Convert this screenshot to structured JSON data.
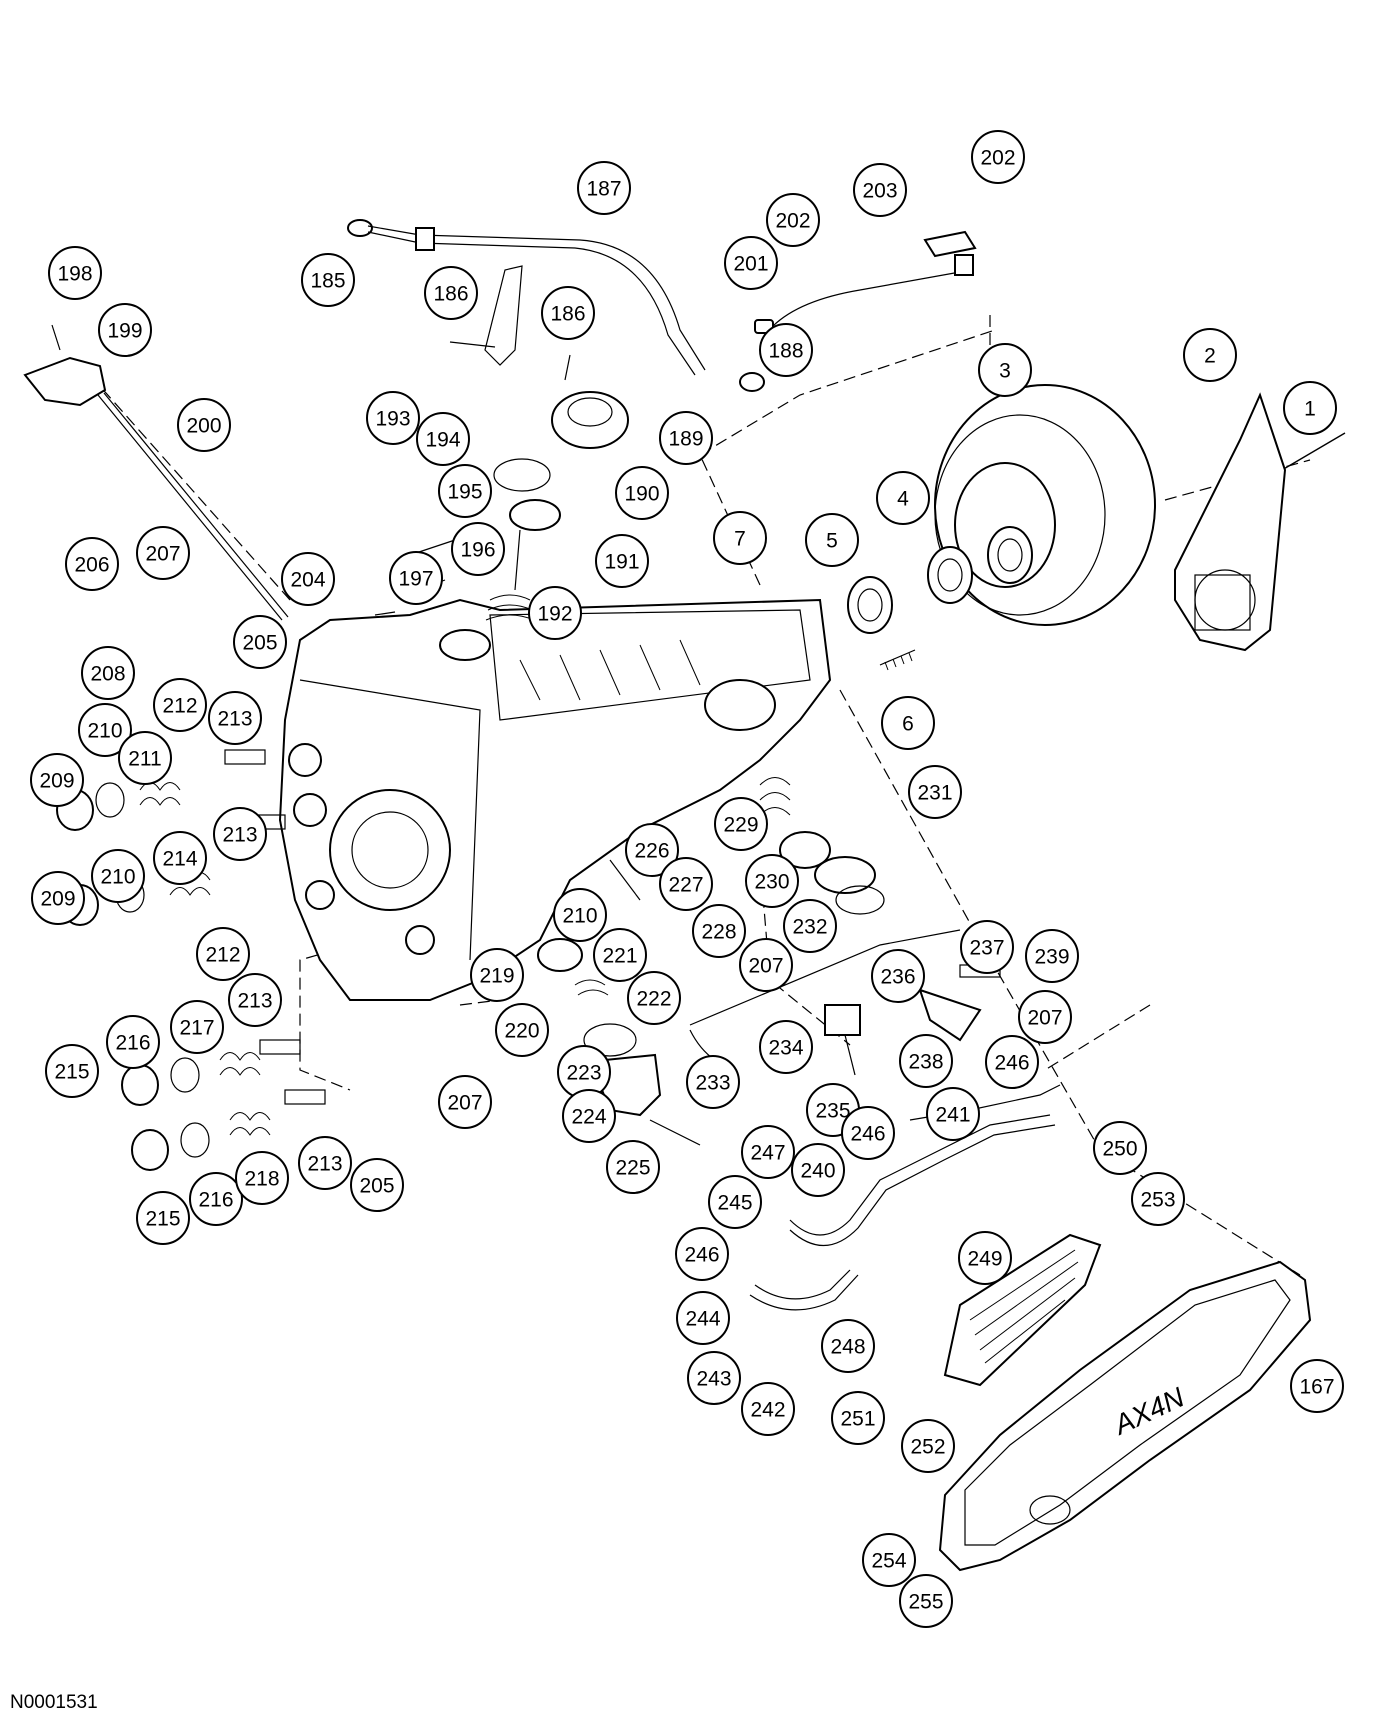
{
  "figure": {
    "reference_code": "N0001531",
    "pan_marking": "AX4N"
  },
  "callouts": [
    {
      "id": "c1",
      "label": "1"
    },
    {
      "id": "c2",
      "label": "2"
    },
    {
      "id": "c3",
      "label": "3"
    },
    {
      "id": "c4",
      "label": "4"
    },
    {
      "id": "c5",
      "label": "5"
    },
    {
      "id": "c6",
      "label": "6"
    },
    {
      "id": "c7",
      "label": "7"
    },
    {
      "id": "c167",
      "label": "167"
    },
    {
      "id": "c185",
      "label": "185"
    },
    {
      "id": "c186a",
      "label": "186"
    },
    {
      "id": "c186b",
      "label": "186"
    },
    {
      "id": "c187",
      "label": "187"
    },
    {
      "id": "c188",
      "label": "188"
    },
    {
      "id": "c189",
      "label": "189"
    },
    {
      "id": "c190",
      "label": "190"
    },
    {
      "id": "c191",
      "label": "191"
    },
    {
      "id": "c192",
      "label": "192"
    },
    {
      "id": "c193",
      "label": "193"
    },
    {
      "id": "c194",
      "label": "194"
    },
    {
      "id": "c195",
      "label": "195"
    },
    {
      "id": "c196",
      "label": "196"
    },
    {
      "id": "c197",
      "label": "197"
    },
    {
      "id": "c198",
      "label": "198"
    },
    {
      "id": "c199",
      "label": "199"
    },
    {
      "id": "c200",
      "label": "200"
    },
    {
      "id": "c201",
      "label": "201"
    },
    {
      "id": "c202a",
      "label": "202"
    },
    {
      "id": "c202b",
      "label": "202"
    },
    {
      "id": "c203",
      "label": "203"
    },
    {
      "id": "c204",
      "label": "204"
    },
    {
      "id": "c205a",
      "label": "205"
    },
    {
      "id": "c205b",
      "label": "205"
    },
    {
      "id": "c206",
      "label": "206"
    },
    {
      "id": "c207a",
      "label": "207"
    },
    {
      "id": "c207b",
      "label": "207"
    },
    {
      "id": "c207c",
      "label": "207"
    },
    {
      "id": "c207d",
      "label": "207"
    },
    {
      "id": "c208",
      "label": "208"
    },
    {
      "id": "c209a",
      "label": "209"
    },
    {
      "id": "c209b",
      "label": "209"
    },
    {
      "id": "c210a",
      "label": "210"
    },
    {
      "id": "c210b",
      "label": "210"
    },
    {
      "id": "c210c",
      "label": "210"
    },
    {
      "id": "c211",
      "label": "211"
    },
    {
      "id": "c212a",
      "label": "212"
    },
    {
      "id": "c212b",
      "label": "212"
    },
    {
      "id": "c213a",
      "label": "213"
    },
    {
      "id": "c213b",
      "label": "213"
    },
    {
      "id": "c213c",
      "label": "213"
    },
    {
      "id": "c213d",
      "label": "213"
    },
    {
      "id": "c214",
      "label": "214"
    },
    {
      "id": "c215a",
      "label": "215"
    },
    {
      "id": "c215b",
      "label": "215"
    },
    {
      "id": "c216a",
      "label": "216"
    },
    {
      "id": "c216b",
      "label": "216"
    },
    {
      "id": "c217",
      "label": "217"
    },
    {
      "id": "c218",
      "label": "218"
    },
    {
      "id": "c219",
      "label": "219"
    },
    {
      "id": "c220",
      "label": "220"
    },
    {
      "id": "c221",
      "label": "221"
    },
    {
      "id": "c222",
      "label": "222"
    },
    {
      "id": "c223",
      "label": "223"
    },
    {
      "id": "c224",
      "label": "224"
    },
    {
      "id": "c225",
      "label": "225"
    },
    {
      "id": "c226",
      "label": "226"
    },
    {
      "id": "c227",
      "label": "227"
    },
    {
      "id": "c228",
      "label": "228"
    },
    {
      "id": "c229",
      "label": "229"
    },
    {
      "id": "c230",
      "label": "230"
    },
    {
      "id": "c231",
      "label": "231"
    },
    {
      "id": "c232",
      "label": "232"
    },
    {
      "id": "c233",
      "label": "233"
    },
    {
      "id": "c234",
      "label": "234"
    },
    {
      "id": "c235",
      "label": "235"
    },
    {
      "id": "c236",
      "label": "236"
    },
    {
      "id": "c237",
      "label": "237"
    },
    {
      "id": "c238",
      "label": "238"
    },
    {
      "id": "c239",
      "label": "239"
    },
    {
      "id": "c240",
      "label": "240"
    },
    {
      "id": "c241",
      "label": "241"
    },
    {
      "id": "c242",
      "label": "242"
    },
    {
      "id": "c243",
      "label": "243"
    },
    {
      "id": "c244",
      "label": "244"
    },
    {
      "id": "c245",
      "label": "245"
    },
    {
      "id": "c246a",
      "label": "246"
    },
    {
      "id": "c246b",
      "label": "246"
    },
    {
      "id": "c246c",
      "label": "246"
    },
    {
      "id": "c247",
      "label": "247"
    },
    {
      "id": "c248",
      "label": "248"
    },
    {
      "id": "c249",
      "label": "249"
    },
    {
      "id": "c250",
      "label": "250"
    },
    {
      "id": "c251",
      "label": "251"
    },
    {
      "id": "c252",
      "label": "252"
    },
    {
      "id": "c253",
      "label": "253"
    },
    {
      "id": "c254",
      "label": "254"
    },
    {
      "id": "c255",
      "label": "255"
    }
  ]
}
